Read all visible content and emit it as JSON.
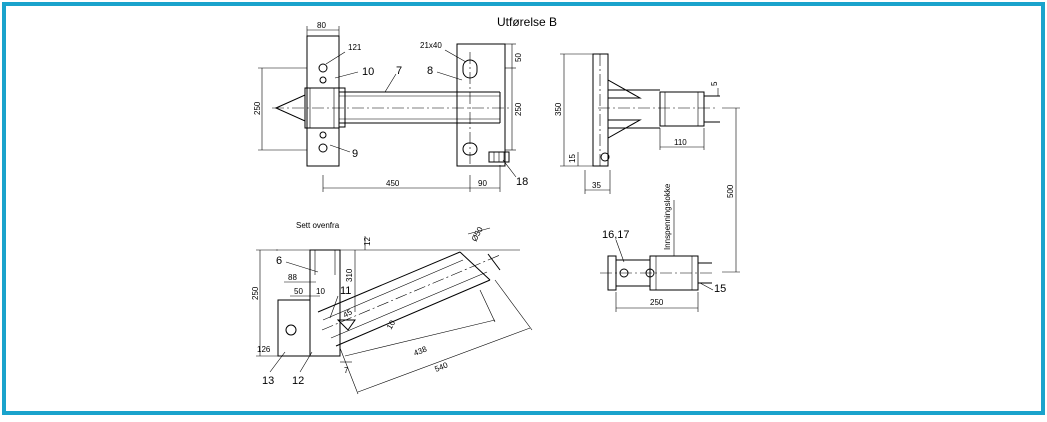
{
  "colors": {
    "border": "#1aa3cc",
    "ink": "#000000",
    "background": "#ffffff"
  },
  "drawing": {
    "title": "Utførelse B",
    "view_top_label": "Sett ovenfra",
    "side_label": "Innspenningslokke",
    "balloons": {
      "b7": "7",
      "b8": "8",
      "b9": "9",
      "b10": "10",
      "b11": "11",
      "b12": "12",
      "b13": "13",
      "b15": "15",
      "b18": "18",
      "b6": "6",
      "b1617": "16,17"
    },
    "dims": {
      "d80": "80",
      "d121": "121",
      "d21x40": "21x40",
      "d50": "50",
      "d250a": "250",
      "d250b": "250",
      "d450": "450",
      "d90": "90",
      "d350": "350",
      "d5": "5",
      "d110": "110",
      "d15": "15",
      "d35": "35",
      "d500": "500",
      "d250c": "250",
      "d12": "12",
      "d88": "88",
      "d10a": "10",
      "d50b": "50",
      "d310": "310",
      "d250d": "250",
      "d126": "126",
      "d438": "438",
      "d540": "540",
      "d45": "45",
      "d10b": "10",
      "d7": "7",
      "d16": "Ø50"
    }
  }
}
